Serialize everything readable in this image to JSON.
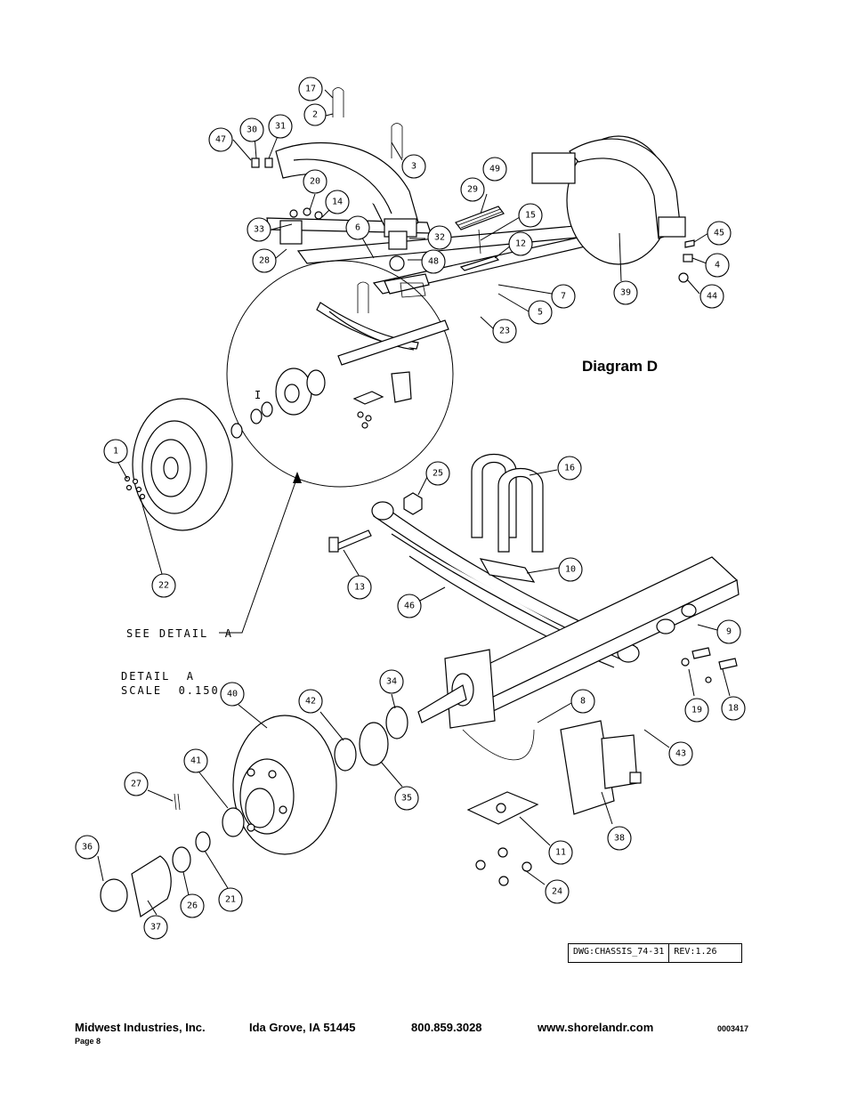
{
  "diagram": {
    "title": "Diagram D",
    "see_detail_label": "SEE DETAIL  A",
    "detail_label_line1": "DETAIL  A",
    "detail_label_line2": "SCALE  0.150",
    "detail_marker": "I",
    "callouts": [
      "1",
      "2",
      "3",
      "4",
      "5",
      "6",
      "7",
      "8",
      "9",
      "10",
      "11",
      "12",
      "13",
      "14",
      "15",
      "16",
      "17",
      "18",
      "19",
      "20",
      "21",
      "22",
      "23",
      "24",
      "25",
      "26",
      "27",
      "28",
      "29",
      "30",
      "31",
      "32",
      "33",
      "34",
      "35",
      "36",
      "37",
      "38",
      "39",
      "40",
      "41",
      "42",
      "43",
      "44",
      "45",
      "46",
      "47",
      "48",
      "49"
    ]
  },
  "drawing_info": {
    "dwg": "DWG:CHASSIS_74-31",
    "rev": "REV:1.26"
  },
  "footer": {
    "company": "Midwest Industries, Inc.",
    "location": "Ida Grove, IA  51445",
    "phone": "800.859.3028",
    "website": "www.shorelandr.com",
    "doc_number": "0003417",
    "page": "Page 8"
  }
}
